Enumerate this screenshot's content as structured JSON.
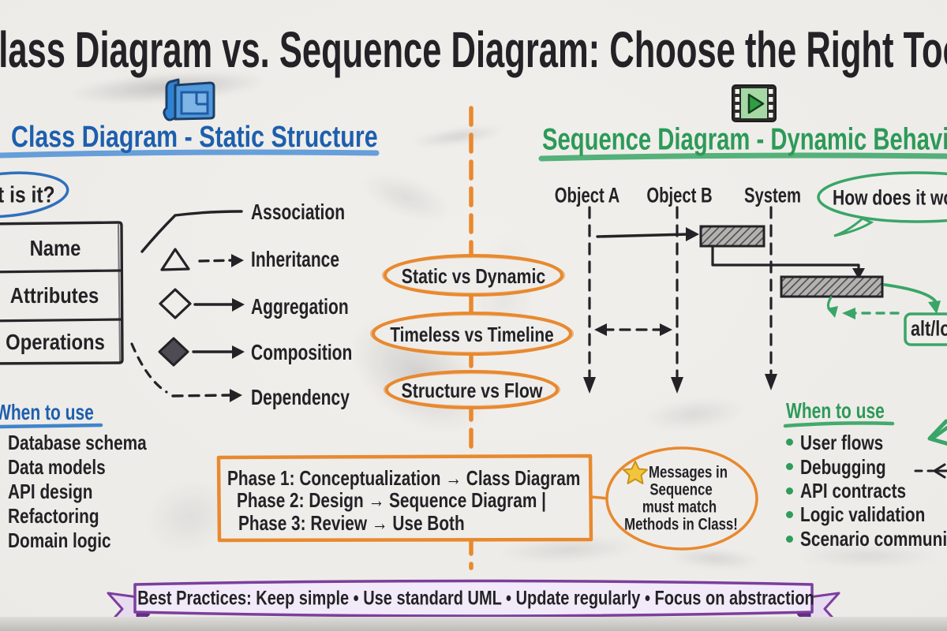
{
  "board": {
    "title": "Class Diagram vs. Sequence Diagram: Choose the Right Tool",
    "banner": "Best Practices: Keep simple • Use standard UML • Update regularly • Focus on abstraction"
  },
  "left": {
    "heading": "Class Diagram - Static Structure",
    "icon": "blueprint-icon",
    "question": "What is it?",
    "class_box": {
      "rows": [
        "Name",
        "Attributes",
        "Operations"
      ]
    },
    "legend": [
      "Association",
      "Inheritance",
      "Aggregation",
      "Composition",
      "Dependency"
    ],
    "when_to_use": {
      "heading": "When to use",
      "items": [
        "Database schema",
        "Data models",
        "API design",
        "Refactoring",
        "Domain logic"
      ]
    }
  },
  "center": {
    "contrasts": [
      "Static vs Dynamic",
      "Timeless vs Timeline",
      "Structure vs Flow"
    ],
    "phases": [
      "Phase 1: Conceptualization → Class Diagram",
      "Phase 2: Design → Sequence Diagram |",
      "Phase 3: Review → Use Both"
    ],
    "note": {
      "icon": "star-icon",
      "lines": [
        "Messages in",
        "Sequence",
        "must match",
        "Methods in Class!"
      ]
    }
  },
  "right": {
    "heading": "Sequence Diagram - Dynamic Behavior",
    "icon": "film-play-icon",
    "lifelines": [
      "Object A",
      "Object B",
      "System"
    ],
    "question": "How does it work?",
    "fragment_label": "alt/loop",
    "when_to_use": {
      "heading": "When to use",
      "items": [
        "User flows",
        "Debugging",
        "API contracts",
        "Logic validation",
        "Scenario communication"
      ]
    }
  },
  "colors": {
    "blue": "#1d5fae",
    "green": "#2c9a58",
    "orange": "#e8892f",
    "purple": "#7b3f9d",
    "ink": "#232226",
    "star": "#f2c53d"
  }
}
